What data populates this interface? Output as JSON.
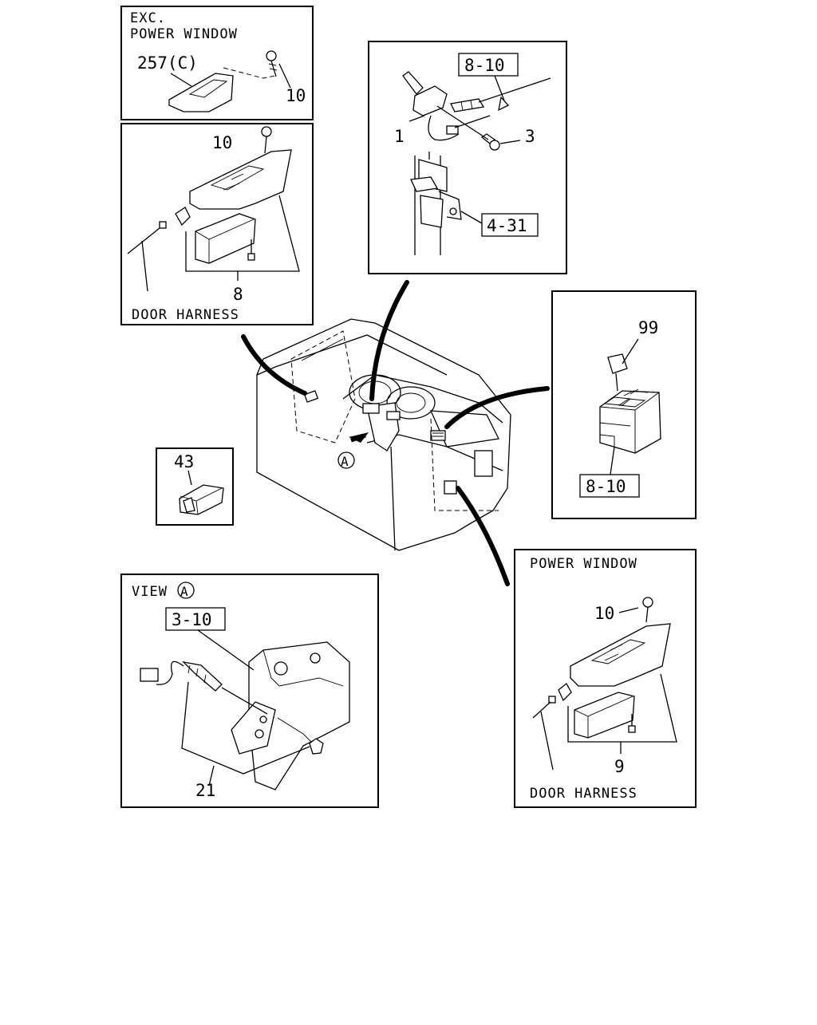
{
  "panels": {
    "exc_power_window": {
      "title_line1": "EXC.",
      "title_line2": "POWER WINDOW",
      "callouts": [
        "257(C)",
        "10"
      ]
    },
    "door_switch_left": {
      "callouts": [
        "10",
        "8"
      ],
      "harness_label": "DOOR HARNESS"
    },
    "steering_column": {
      "callouts": [
        "1",
        "3"
      ],
      "ref_boxes": [
        "8-10",
        "4-31"
      ]
    },
    "relay_box": {
      "callouts": [
        "99"
      ],
      "ref_boxes": [
        "8-10"
      ]
    },
    "switch_43": {
      "callouts": [
        "43"
      ]
    },
    "view_a": {
      "title": "VIEW",
      "view_letter": "A",
      "callouts": [
        "21"
      ],
      "ref_boxes": [
        "3-10"
      ]
    },
    "power_window": {
      "title": "POWER WINDOW",
      "callouts": [
        "10",
        "9"
      ],
      "harness_label": "DOOR HARNESS"
    }
  },
  "main_view": {
    "view_marker": "A"
  }
}
